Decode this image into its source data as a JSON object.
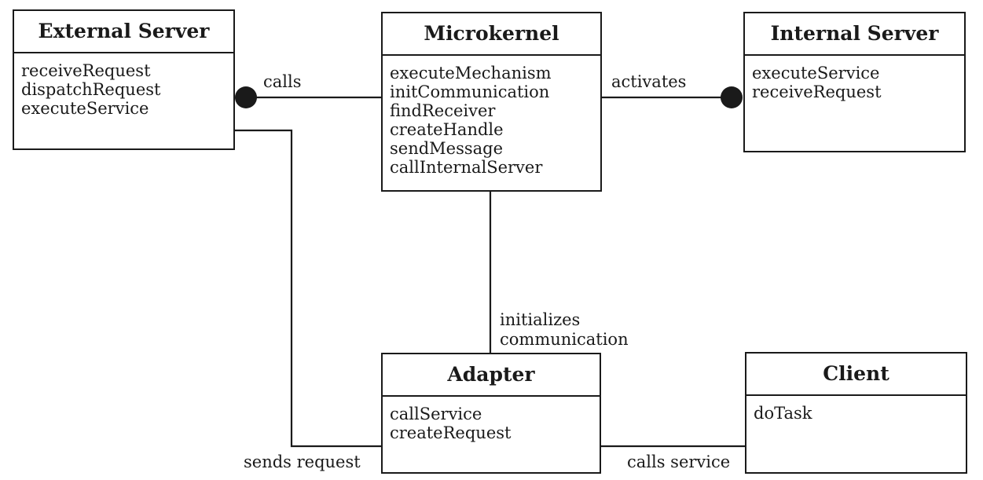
{
  "classes": {
    "external_server": {
      "name": "External Server",
      "operations": [
        "receiveRequest",
        "dispatchRequest",
        "executeService"
      ]
    },
    "microkernel": {
      "name": "Microkernel",
      "operations": [
        "executeMechanism",
        "initCommunication",
        "findReceiver",
        "createHandle",
        "sendMessage",
        "callInternalServer"
      ]
    },
    "internal_server": {
      "name": "Internal Server",
      "operations": [
        "executeService",
        "receiveRequest"
      ]
    },
    "adapter": {
      "name": "Adapter",
      "operations": [
        "callService",
        "createRequest"
      ]
    },
    "client": {
      "name": "Client",
      "operations": [
        "doTask"
      ]
    }
  },
  "associations": {
    "calls": "calls",
    "activates": "activates",
    "initializes": [
      "initializes",
      "communication"
    ],
    "sends_request": "sends request",
    "calls_service": "calls service"
  },
  "colors": {
    "line": "#1a1a1a",
    "background": "#ffffff"
  }
}
